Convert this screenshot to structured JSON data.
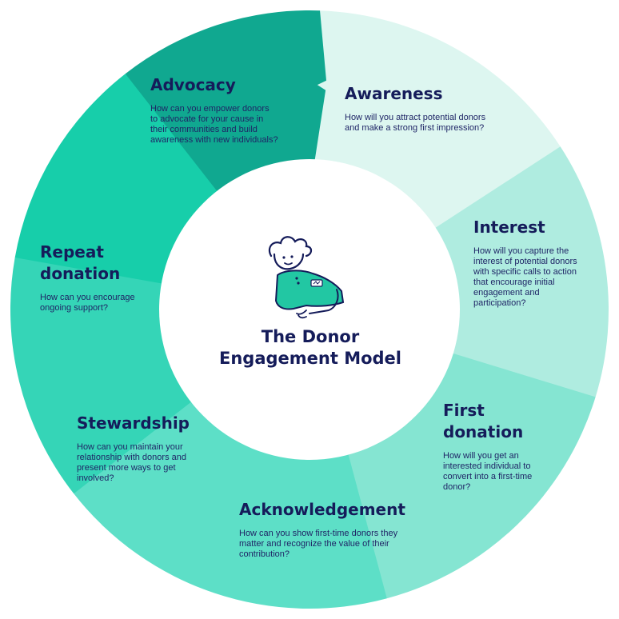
{
  "center": {
    "title_line1": "The Donor",
    "title_line2": "Engagement Model"
  },
  "stages": [
    {
      "id": "awareness",
      "title": "Awareness",
      "body": "How will you attract potential donors and make a strong first impression?",
      "color": "#ddf6f0"
    },
    {
      "id": "interest",
      "title": "Interest",
      "body": "How will you capture the interest of potential donors with specific calls to action that encourage initial engagement and participation?",
      "color": "#afece0"
    },
    {
      "id": "first-donation",
      "title_line1": "First",
      "title_line2": "donation",
      "body": "How will you get an interested individual to convert into a first-time donor?",
      "color": "#85e5d2"
    },
    {
      "id": "acknowledgement",
      "title": "Acknowledgement",
      "body": "How can you show first-time donors they matter and recognize the value of their contribution?",
      "color": "#5ddfc7"
    },
    {
      "id": "stewardship",
      "title": "Stewardship",
      "body": "How can you maintain your relationship with donors and present more ways to get involved?",
      "color": "#35d5b7"
    },
    {
      "id": "repeat-donation",
      "title_line1": "Repeat",
      "title_line2": "donation",
      "body": "How can you encourage ongoing support?",
      "color": "#17ceaa"
    },
    {
      "id": "advocacy",
      "title": "Advocacy",
      "body": "How can you empower donors to advocate for your cause in their communities and build awareness with new individuals?",
      "color": "#10a890"
    }
  ],
  "colors": {
    "text": "#151c5a",
    "mascot_shirt": "#22c7a3",
    "mascot_outline": "#151c5a"
  },
  "icons": {
    "mascot": "waving-person-illustration"
  }
}
